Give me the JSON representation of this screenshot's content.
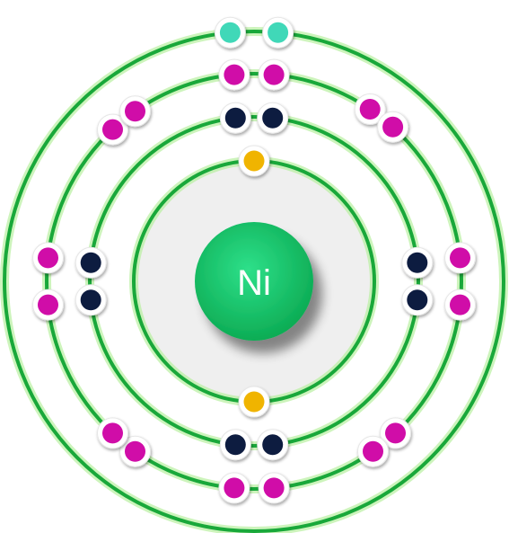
{
  "atom": {
    "symbol": "Ni",
    "nucleus_color": "#10c060",
    "orbit_color": "#19a83a",
    "orbit_glow": "#b8f0a0",
    "inner_fill": "#efefef"
  },
  "shells": [
    {
      "electrons": 2,
      "color": "#f0b400",
      "name": "shell-1"
    },
    {
      "electrons": 8,
      "color": "#101a40",
      "name": "shell-2"
    },
    {
      "electrons": 16,
      "color": "#d00aa8",
      "name": "shell-3"
    },
    {
      "electrons": 2,
      "color": "#40d8b8",
      "name": "shell-4"
    }
  ]
}
